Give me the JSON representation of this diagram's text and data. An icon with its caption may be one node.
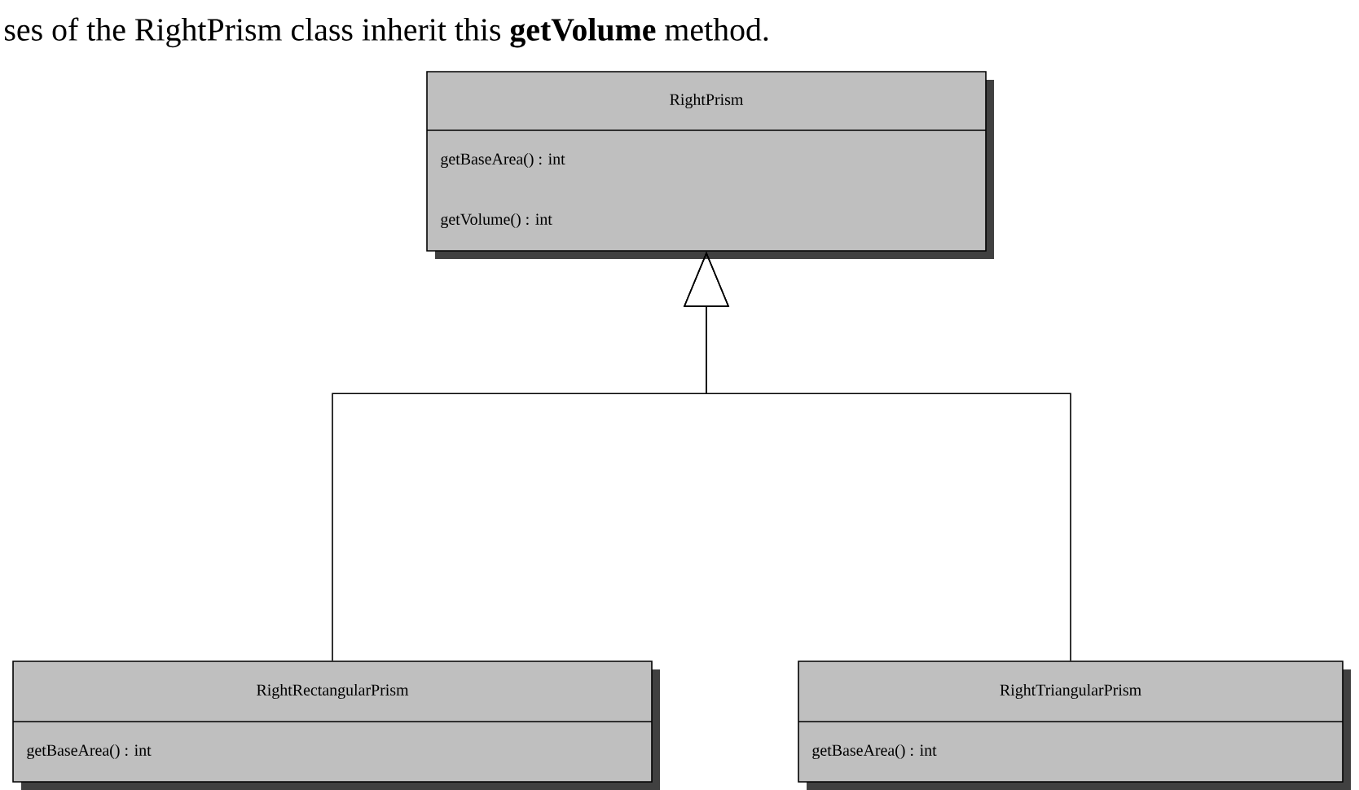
{
  "diagram": {
    "nodes": [
      {
        "text": [
          "RightPrism",
          "getBaseArea() :  int",
          "getVolume() :  int"
        ]
      },
      {
        "text": [
          "RightRectangularPrism",
          "getBaseArea() :  int"
        ]
      },
      {
        "text": [
          "RightTriangularPrism",
          "getBaseArea() :  int"
        ]
      }
    ],
    "edges": [
      {
        "from": 1,
        "to": 0,
        "arrow": "to"
      },
      {
        "from": 2,
        "to": 0,
        "arrow": "to"
      }
    ],
    "labels": [
      "ses of the RightPrism class inherit this **getVolume** method."
    ]
  }
}
